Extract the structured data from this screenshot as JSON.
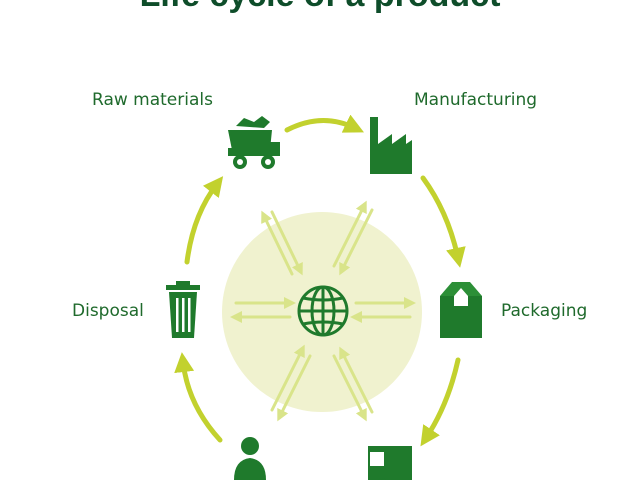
{
  "title": "Life cycle of a product",
  "stages": {
    "raw_materials": "Raw materials",
    "manufacturing": "Manufacturing",
    "packaging": "Packaging",
    "disposal": "Disposal"
  },
  "colors": {
    "dark_green": "#1f7a2c",
    "arrow": "#c2d12e",
    "light_arrow": "#d9e48a",
    "circle": "#f0f2cf",
    "text": "#1f6a2c"
  },
  "icons": [
    "dump-truck-icon",
    "factory-icon",
    "box-icon",
    "delivery-truck-icon",
    "person-icon",
    "trash-can-icon",
    "globe-icon"
  ]
}
